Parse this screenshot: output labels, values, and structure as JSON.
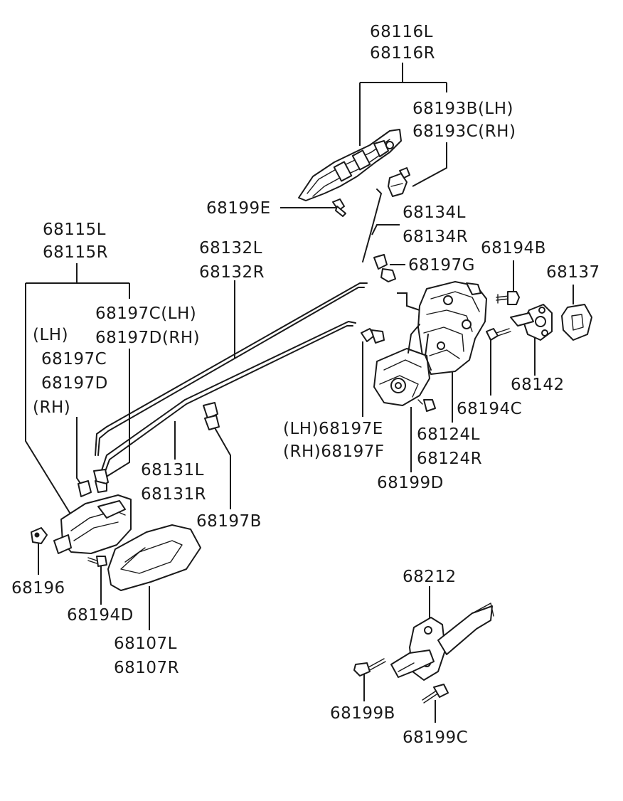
{
  "labels": {
    "p68116": [
      "68116L",
      "68116R"
    ],
    "p68193": [
      "68193B(LH)",
      "68193C(RH)"
    ],
    "p68199E": "68199E",
    "p68134": [
      "68134L",
      "68134R"
    ],
    "p68197G": "68197G",
    "p68194B": "68194B",
    "p68137": "68137",
    "p68115": [
      "68115L",
      "68115R"
    ],
    "p68132": [
      "68132L",
      "68132R"
    ],
    "p68197CD": [
      "68197C(LH)",
      "68197D(RH)"
    ],
    "p68197CD_left": [
      "(LH)",
      "68197C",
      "68197D",
      "(RH)"
    ],
    "p68142": "68142",
    "p68194C": "68194C",
    "p68197EF": [
      "(LH)68197E",
      "(RH)68197F"
    ],
    "p68124": [
      "68124L",
      "68124R"
    ],
    "p68199D": "68199D",
    "p68131": [
      "68131L",
      "68131R"
    ],
    "p68197B": "68197B",
    "p68196": "68196",
    "p68194D": "68194D",
    "p68107": [
      "68107L",
      "68107R"
    ],
    "p68212": "68212",
    "p68199B": "68199B",
    "p68199C": "68199C"
  }
}
